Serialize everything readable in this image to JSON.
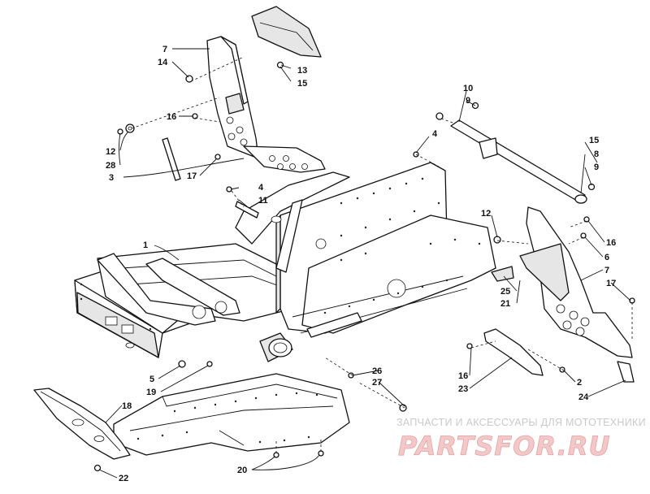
{
  "diagram": {
    "callouts": [
      "7",
      "14",
      "13",
      "15",
      "16",
      "12",
      "28",
      "3",
      "17",
      "4",
      "11",
      "1",
      "10",
      "9",
      "4",
      "15",
      "8",
      "9",
      "12",
      "16",
      "6",
      "7",
      "17",
      "25",
      "21",
      "5",
      "19",
      "18",
      "26",
      "27",
      "16",
      "23",
      "2",
      "24",
      "20",
      "22"
    ]
  },
  "watermark": {
    "caption": "ЗАПЧАСТИ И АКСЕССУАРЫ ДЛЯ МОТОТЕХНИКИ",
    "logo": "PARTSFOR.RU"
  },
  "colors": {
    "ink": "#111111",
    "paper": "#ffffff",
    "watermark_logo": "#f2c8c8",
    "watermark_caption": "#c9c9c9"
  }
}
